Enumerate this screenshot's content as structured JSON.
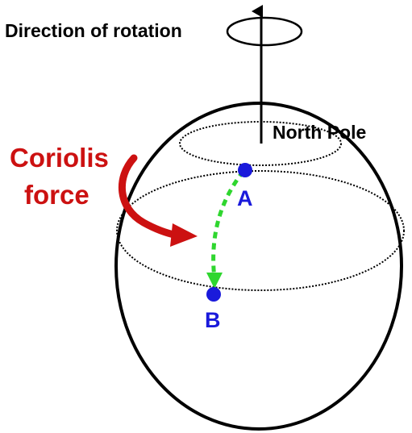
{
  "labels": {
    "rotation": "Direction of rotation",
    "north_pole": "North Pole",
    "coriolis_line1": "Coriolis",
    "coriolis_line2": "force",
    "point_a": "A",
    "point_b": "B"
  },
  "colors": {
    "outline": "#000000",
    "coriolis": "#cc1111",
    "points": "#1a1adb",
    "path": "#2fd62f"
  }
}
